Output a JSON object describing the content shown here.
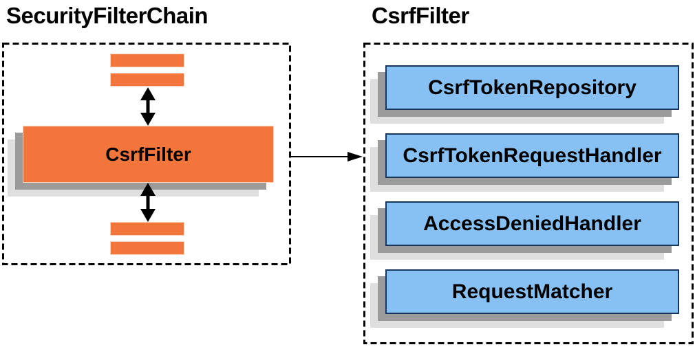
{
  "diagram": {
    "type": "architecture-diagram",
    "left_panel": {
      "title": "SecurityFilterChain",
      "filter_label": "CsrfFilter",
      "chain_bar_count": 4,
      "connectors": [
        "bidirectional-arrow-top",
        "bidirectional-arrow-bottom"
      ]
    },
    "right_panel": {
      "title": "CsrfFilter",
      "boxes": [
        {
          "label": "CsrfTokenRepository"
        },
        {
          "label": "CsrfTokenRequestHandler"
        },
        {
          "label": "AccessDeniedHandler"
        },
        {
          "label": "RequestMatcher"
        }
      ]
    },
    "connector": {
      "from": "SecurityFilterChain.CsrfFilter",
      "to": "CsrfFilter",
      "icon": "right-arrow-icon"
    },
    "icons": {
      "vertical_connector": "bidirectional-arrow-icon",
      "horizontal_connector": "right-arrow-icon"
    },
    "colors": {
      "background": "#FFFFFF",
      "orange_fill": "#F2763B",
      "orange_border": "#FBD2B6",
      "blue_fill": "#87C1F3",
      "blue_border": "#17365D",
      "shadow_dark": "#9B9B9B",
      "shadow_light": "#DFDFDF",
      "dashed_border": "#000000",
      "arrow": "#000000",
      "text": "#000000"
    }
  }
}
